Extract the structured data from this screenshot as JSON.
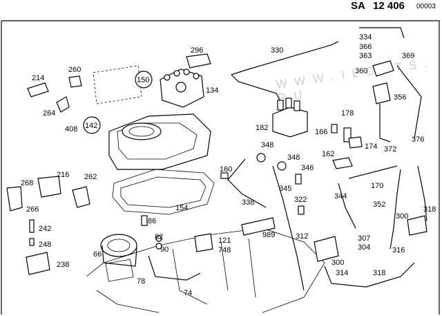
{
  "header": {
    "sa": "SA",
    "number": "12 406",
    "code": "00003"
  },
  "watermark": "W W W . I L C A T S . R U",
  "callouts": [
    {
      "id": "334",
      "label": "334"
    },
    {
      "id": "366",
      "label": "366"
    },
    {
      "id": "363",
      "label": "363"
    },
    {
      "id": "369",
      "label": "369"
    },
    {
      "id": "330",
      "label": "330"
    },
    {
      "id": "296",
      "label": "296"
    },
    {
      "id": "360",
      "label": "360"
    },
    {
      "id": "356",
      "label": "356"
    },
    {
      "id": "134",
      "label": "134"
    },
    {
      "id": "214",
      "label": "214"
    },
    {
      "id": "260",
      "label": "260"
    },
    {
      "id": "150",
      "label": "150"
    },
    {
      "id": "264",
      "label": "264"
    },
    {
      "id": "408",
      "label": "408"
    },
    {
      "id": "142",
      "label": "142"
    },
    {
      "id": "182",
      "label": "182"
    },
    {
      "id": "178",
      "label": "178"
    },
    {
      "id": "166",
      "label": "166"
    },
    {
      "id": "174",
      "label": "174"
    },
    {
      "id": "372",
      "label": "372"
    },
    {
      "id": "376",
      "label": "376"
    },
    {
      "id": "348a",
      "label": "348"
    },
    {
      "id": "348b",
      "label": "348"
    },
    {
      "id": "162",
      "label": "162"
    },
    {
      "id": "160",
      "label": "160"
    },
    {
      "id": "346",
      "label": "346"
    },
    {
      "id": "216",
      "label": "216"
    },
    {
      "id": "262",
      "label": "262"
    },
    {
      "id": "268",
      "label": "268"
    },
    {
      "id": "170",
      "label": "170"
    },
    {
      "id": "345",
      "label": "345"
    },
    {
      "id": "338",
      "label": "338"
    },
    {
      "id": "344",
      "label": "344"
    },
    {
      "id": "266",
      "label": "266"
    },
    {
      "id": "154",
      "label": "154"
    },
    {
      "id": "322",
      "label": "322"
    },
    {
      "id": "352",
      "label": "352"
    },
    {
      "id": "318",
      "label": "318"
    },
    {
      "id": "300a",
      "label": "300"
    },
    {
      "id": "242",
      "label": "242"
    },
    {
      "id": "86",
      "label": "86"
    },
    {
      "id": "248",
      "label": "248"
    },
    {
      "id": "82",
      "label": "82"
    },
    {
      "id": "121",
      "label": "121"
    },
    {
      "id": "748",
      "label": "748"
    },
    {
      "id": "989",
      "label": "989"
    },
    {
      "id": "312",
      "label": "312"
    },
    {
      "id": "307",
      "label": "307"
    },
    {
      "id": "304",
      "label": "304"
    },
    {
      "id": "316",
      "label": "316"
    },
    {
      "id": "66",
      "label": "66"
    },
    {
      "id": "90",
      "label": "90"
    },
    {
      "id": "238",
      "label": "238"
    },
    {
      "id": "300b",
      "label": "300"
    },
    {
      "id": "314",
      "label": "314"
    },
    {
      "id": "318b",
      "label": "318"
    },
    {
      "id": "78",
      "label": "78"
    },
    {
      "id": "74",
      "label": "74"
    }
  ]
}
